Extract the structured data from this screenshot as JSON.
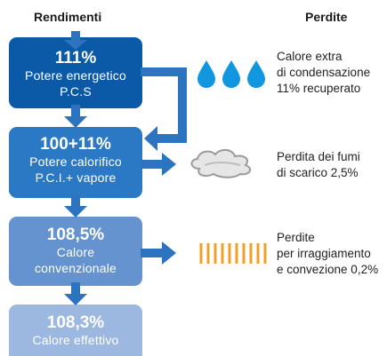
{
  "headers": {
    "left": "Rendimenti",
    "right": "Perdite"
  },
  "colors": {
    "stage1": "#0a5aa7",
    "stage2": "#2b79c4",
    "stage3": "#6593cf",
    "stage4": "#9db8e0",
    "arrow": "#2c74bf",
    "drop": "#1196e0",
    "cloud": "#b3b3b3",
    "heat_lines": "#f0a02a"
  },
  "stages": [
    {
      "value": "111%",
      "lines": [
        "Potere energetico",
        "P.C.S"
      ]
    },
    {
      "value": "100+11%",
      "lines": [
        "Potere calorifico",
        "P.C.I.+ vapore"
      ]
    },
    {
      "value": "108,5%",
      "lines": [
        "Calore",
        "convenzionale"
      ]
    },
    {
      "value": "108,3%",
      "lines": [
        "Calore effettivo"
      ]
    }
  ],
  "losses": [
    {
      "icon": "water-drops-icon",
      "lines": [
        "Calore extra",
        "di condensazione",
        "11% recuperato"
      ]
    },
    {
      "icon": "smoke-cloud-icon",
      "lines": [
        "Perdita dei fumi",
        "di scarico 2,5%"
      ]
    },
    {
      "icon": "heat-radiation-icon",
      "lines": [
        "Perdite",
        "per irraggiamento",
        "e convezione 0,2%"
      ]
    }
  ]
}
